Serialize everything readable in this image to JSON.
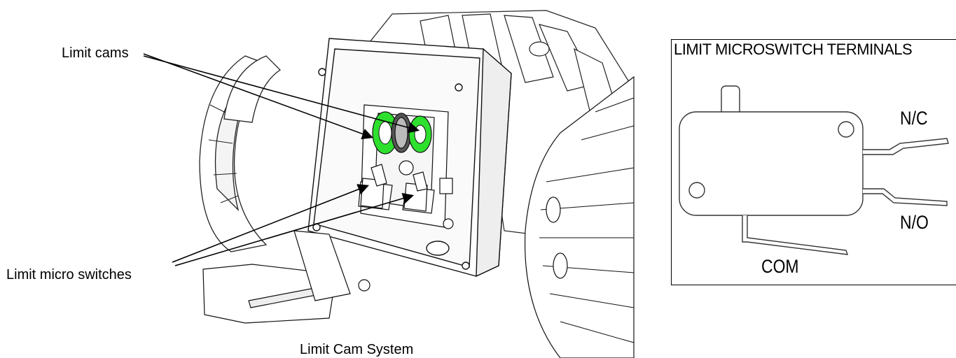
{
  "labels": {
    "limit_cams": "Limit cams",
    "limit_micro_switches": "Limit micro switches",
    "caption": "Limit Cam System"
  },
  "terminals": {
    "title": "LIMIT MICROSWITCH TERMINALS",
    "nc": "N/C",
    "no": "N/O",
    "com": "COM"
  },
  "colors": {
    "cam_green": "#2ee02e",
    "line": "#000000",
    "background": "#ffffff"
  }
}
